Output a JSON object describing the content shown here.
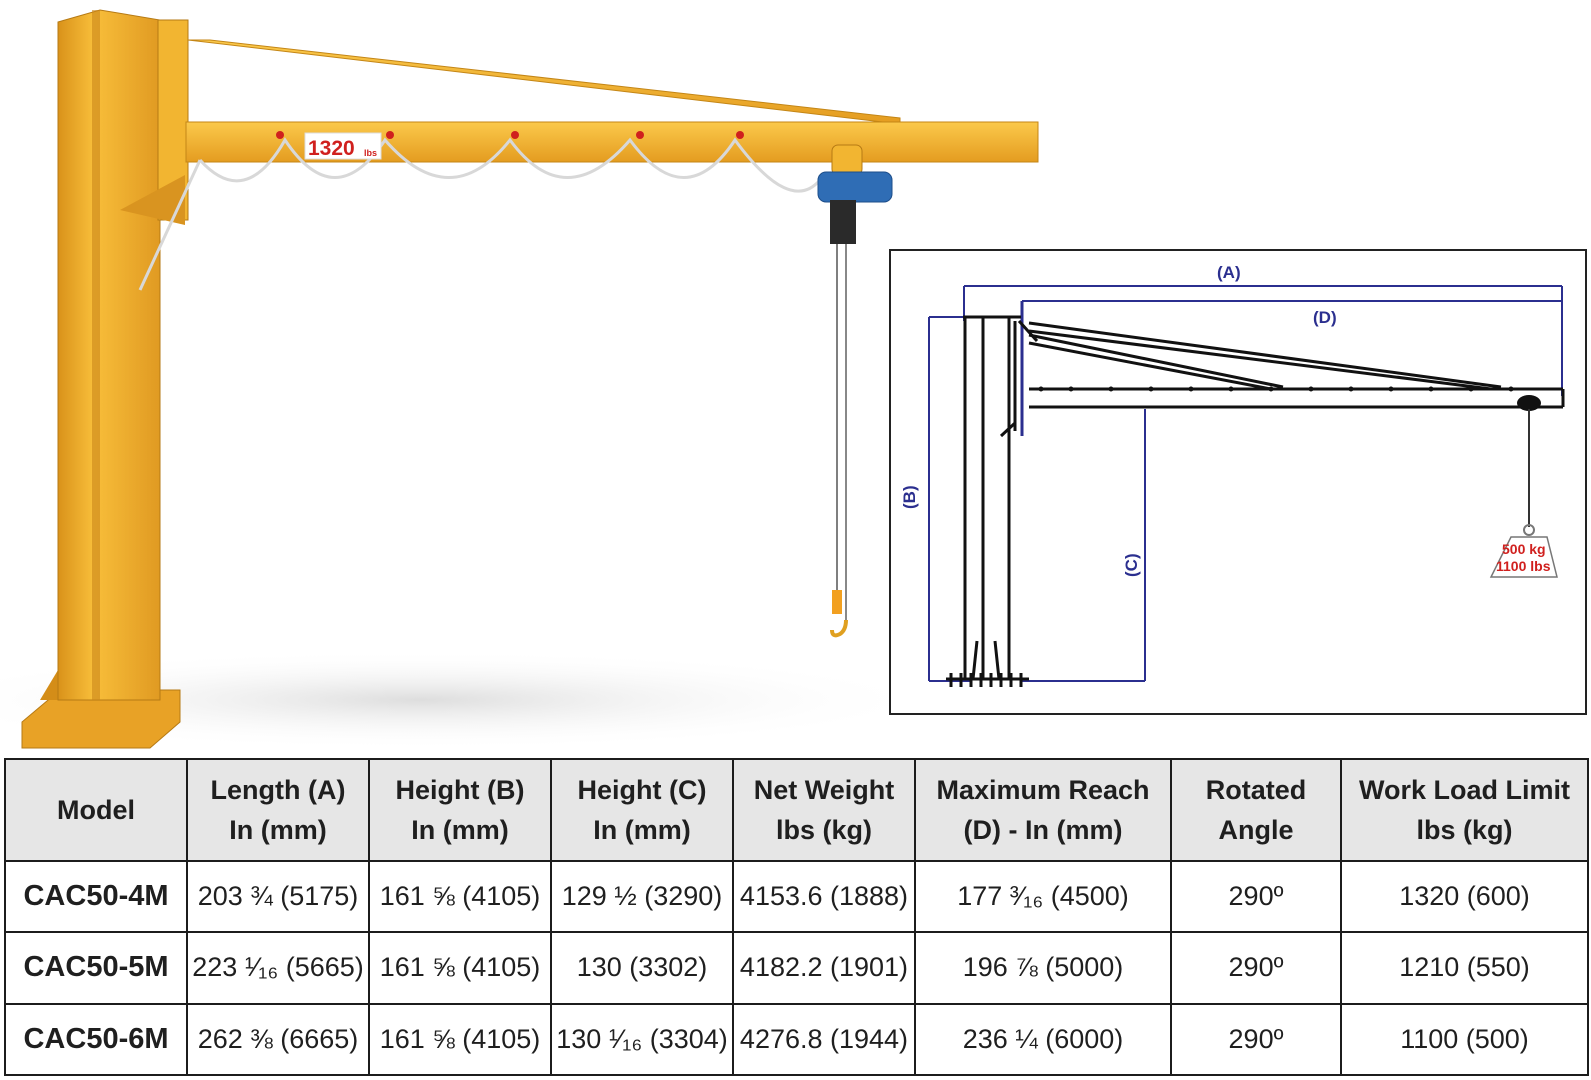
{
  "render": {
    "capacity_value": "1320",
    "capacity_unit": "lbs"
  },
  "diagram": {
    "labels": {
      "a": "(A)",
      "b": "(B)",
      "c": "(C)",
      "d": "(D)"
    },
    "load_kg": "500 kg",
    "load_lbs": "1100 lbs",
    "dimension_color": "#2b2f8f"
  },
  "table": {
    "headers": [
      {
        "line1": "Model",
        "line2": ""
      },
      {
        "line1": "Length (A)",
        "line2": "In (mm)"
      },
      {
        "line1": "Height (B)",
        "line2": "In (mm)"
      },
      {
        "line1": "Height (C)",
        "line2": "In (mm)"
      },
      {
        "line1": "Net Weight",
        "line2": "lbs (kg)"
      },
      {
        "line1": "Maximum Reach",
        "line2": "(D) - In (mm)"
      },
      {
        "line1": "Rotated",
        "line2": "Angle"
      },
      {
        "line1": "Work Load Limit",
        "line2": "lbs (kg)"
      }
    ],
    "rows": [
      [
        "CAC50-4M",
        "203 ¾ (5175)",
        "161 ⅝ (4105)",
        "129 ½ (3290)",
        "4153.6 (1888)",
        "177 ³⁄₁₆ (4500)",
        "290º",
        "1320 (600)"
      ],
      [
        "CAC50-5M",
        "223 ¹⁄₁₆ (5665)",
        "161 ⅝ (4105)",
        "130 (3302)",
        "4182.2 (1901)",
        "196 ⅞ (5000)",
        "290º",
        "1210 (550)"
      ],
      [
        "CAC50-6M",
        "262 ⅜ (6665)",
        "161 ⅝ (4105)",
        "130 ¹⁄₁₆ (3304)",
        "4276.8 (1944)",
        "236 ¼ (6000)",
        "290º",
        "1100 (500)"
      ]
    ]
  },
  "colors": {
    "crane_yellow": "#f3b12c",
    "hoist_blue": "#2f6db5",
    "header_bg": "#e6e6e6",
    "load_red": "#d0201e"
  }
}
